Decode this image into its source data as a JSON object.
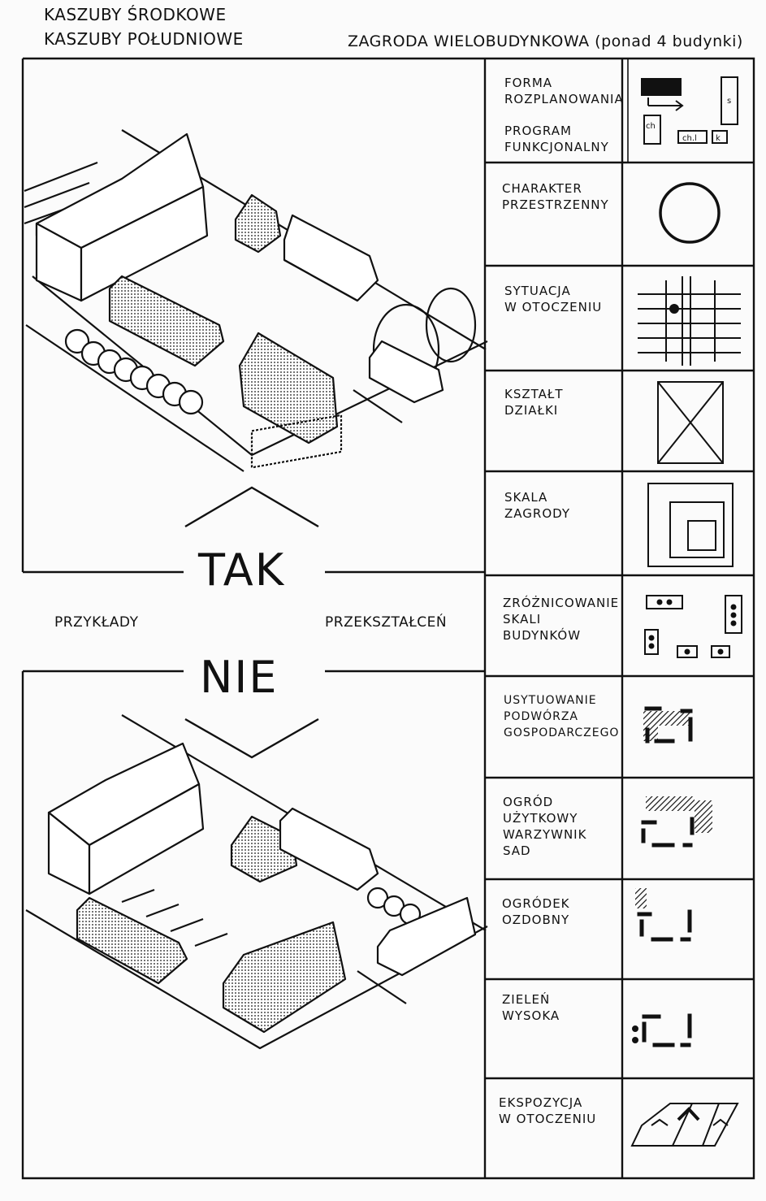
{
  "header": {
    "line1": "KASZUBY ŚRODKOWE",
    "line2": "KASZUBY POŁUDNIOWE",
    "title": "ZAGRODA WIELOBUDYNKOWA (ponad 4 budynki)"
  },
  "center": {
    "yes": "TAK",
    "no": "NIE",
    "left": "PRZYKŁADY",
    "right": "PRZEKSZTAŁCEŃ"
  },
  "criteria": [
    {
      "top": "FORMA\nROZPLANOWANIA",
      "bottom": "PROGRAM\nFUNKCJONALNY"
    },
    {
      "top": "CHARAKTER\nPRZESTRZENNY"
    },
    {
      "top": "SYTUACJA\nW OTOCZENIU"
    },
    {
      "top": "KSZTAŁT\nDZIAŁKI"
    },
    {
      "top": "SKALA\nZAGRODY"
    },
    {
      "top": "ZRÓŻNICOWANIE\nSKALI\nBUDYNKÓW"
    },
    {
      "top": "USYTUOWANIE\nPODWÓRZA\nGOSPODARCZEGO"
    },
    {
      "top": "OGRÓD\nUŻYTKOWY\nWARZYWNIK\nSAD"
    },
    {
      "top": "OGRÓDEK\nOZDOBNY"
    },
    {
      "top": "ZIELEŃ\nWYSOKA"
    },
    {
      "top": "EKSPOZYCJA\nW OTOCZENIU"
    }
  ],
  "symbols": {
    "building_labels": [
      "ch",
      "ch.l",
      "s",
      "k"
    ]
  },
  "colors": {
    "ink": "#111111",
    "paper": "#fbfbfb",
    "screen": "#bdbdbd"
  }
}
